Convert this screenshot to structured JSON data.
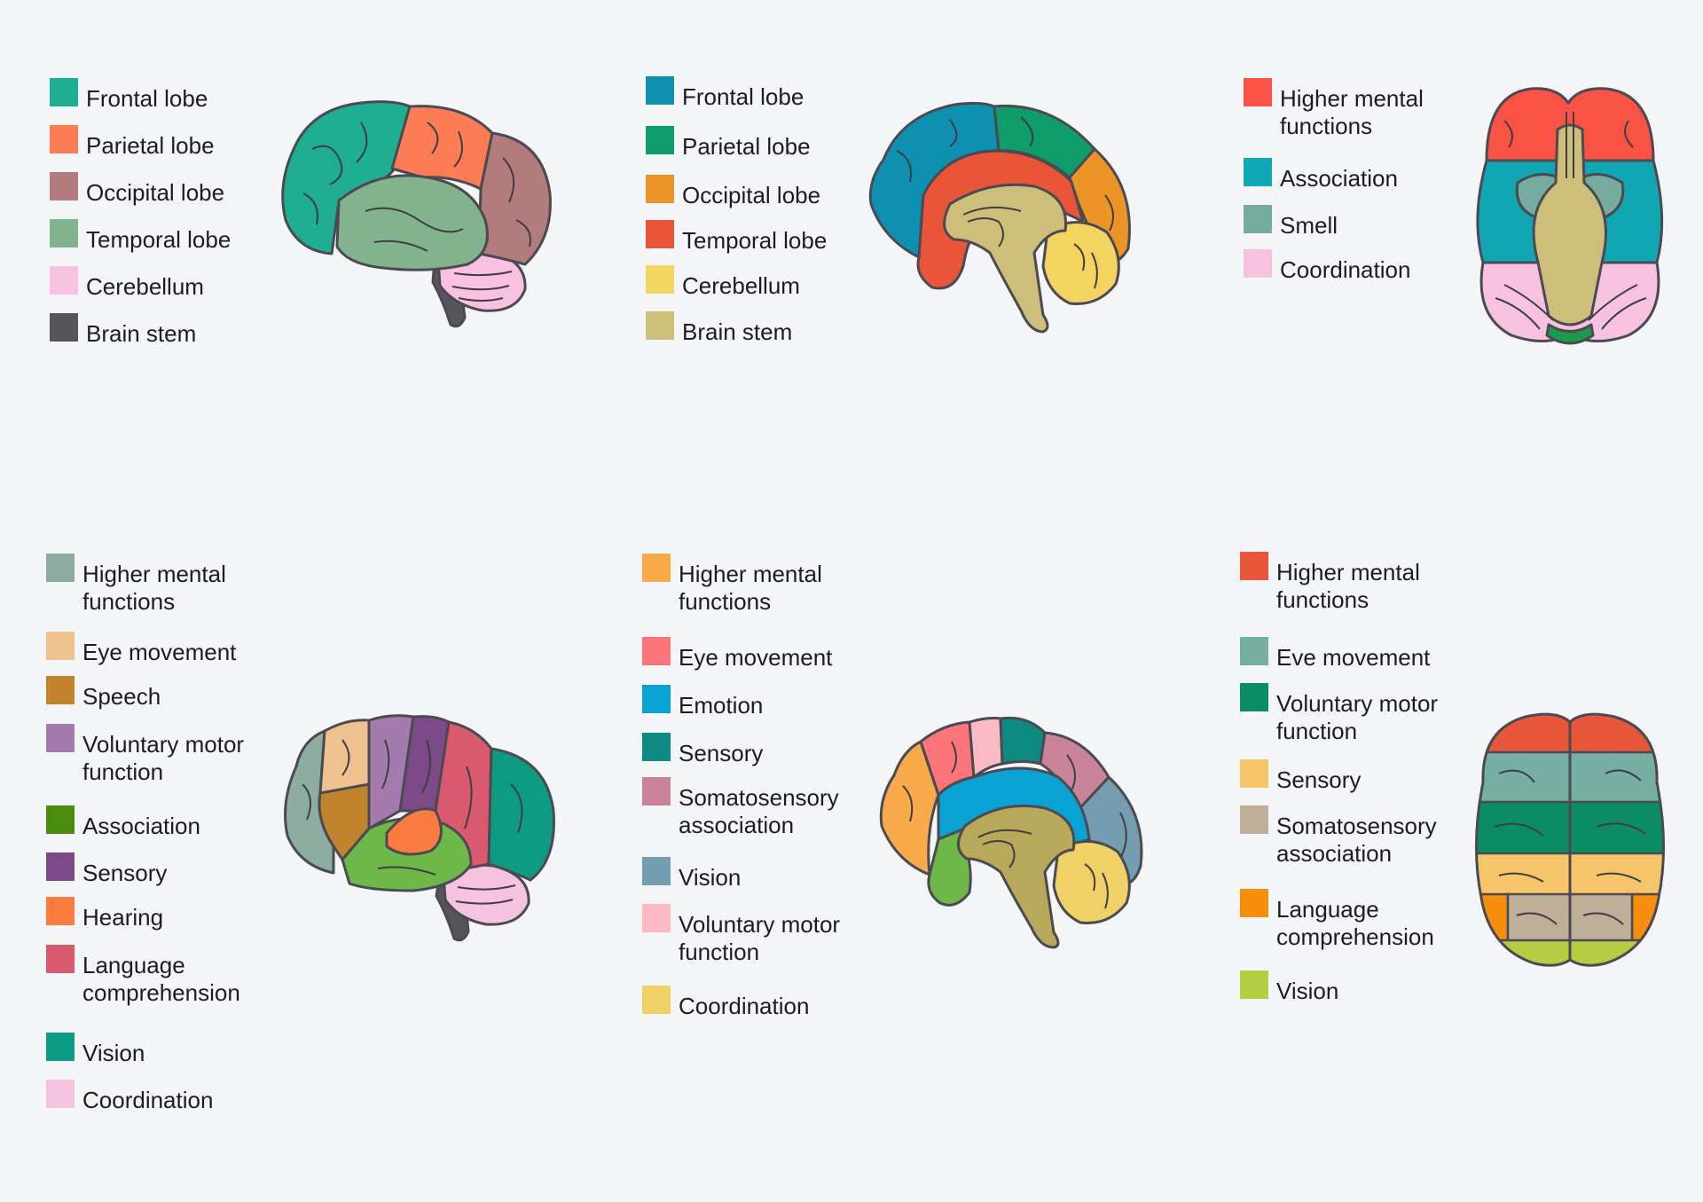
{
  "panels": [
    {
      "legend": [
        {
          "label": "Frontal lobe",
          "color": "#1fae92"
        },
        {
          "label": "Parietal lobe",
          "color": "#fb7c55"
        },
        {
          "label": "Occipital lobe",
          "color": "#b17c7b"
        },
        {
          "label": "Temporal lobe",
          "color": "#82b38c"
        },
        {
          "label": "Cerebellum",
          "color": "#f7c1df"
        },
        {
          "label": "Brain stem",
          "color": "#57545c"
        }
      ]
    },
    {
      "legend": [
        {
          "label": "Frontal lobe",
          "color": "#0e91b0"
        },
        {
          "label": "Parietal lobe",
          "color": "#0e9c6b"
        },
        {
          "label": "Occipital lobe",
          "color": "#ec9427"
        },
        {
          "label": "Temporal lobe",
          "color": "#ea5538"
        },
        {
          "label": "Cerebellum",
          "color": "#f4d461"
        },
        {
          "label": "Brain stem",
          "color": "#cdbf7a"
        }
      ]
    },
    {
      "legend": [
        {
          "label": "Higher mental functions",
          "color": "#fb5246"
        },
        {
          "label": "Association",
          "color": "#11a6b4"
        },
        {
          "label": "Smell",
          "color": "#76aca0"
        },
        {
          "label": "Coordination",
          "color": "#f6c2df"
        }
      ]
    },
    {
      "legend": [
        {
          "label": "Higher mental functions",
          "color": "#8cada0"
        },
        {
          "label": "Eye movement",
          "color": "#efc18f"
        },
        {
          "label": "Speech",
          "color": "#c2832d"
        },
        {
          "label": "Voluntary motor function",
          "color": "#a37bac"
        },
        {
          "label": "Association",
          "color": "#4c8c0f"
        },
        {
          "label": "Sensory",
          "color": "#7b4a87"
        },
        {
          "label": "Hearing",
          "color": "#fb7c40"
        },
        {
          "label": "Language comprehension",
          "color": "#d95a6c"
        },
        {
          "label": "Vision",
          "color": "#0e9b83"
        },
        {
          "label": "Coordination",
          "color": "#f5c2df"
        }
      ]
    },
    {
      "legend": [
        {
          "label": "Higher mental functions",
          "color": "#f9aa4b"
        },
        {
          "label": "Eye movement",
          "color": "#fb7479"
        },
        {
          "label": "Emotion",
          "color": "#0aa2d3"
        },
        {
          "label": "Sensory",
          "color": "#0e8a80"
        },
        {
          "label": "Somatosensory association",
          "color": "#ca849a"
        },
        {
          "label": "Vision",
          "color": "#749daf"
        },
        {
          "label": "Voluntary motor function",
          "color": "#fcbac4"
        },
        {
          "label": "Coordination",
          "color": "#efd165"
        }
      ]
    },
    {
      "legend": [
        {
          "label": "Higher mental functions",
          "color": "#e9573b"
        },
        {
          "label": "Eve movement",
          "color": "#76aea1"
        },
        {
          "label": "Voluntary motor function",
          "color": "#0b8c63"
        },
        {
          "label": "Sensory",
          "color": "#f7c569"
        },
        {
          "label": "Somatosensory association",
          "color": "#bfae98"
        },
        {
          "label": "Language comprehension",
          "color": "#f68d0c"
        },
        {
          "label": "Vision",
          "color": "#b5cd43"
        }
      ]
    }
  ]
}
